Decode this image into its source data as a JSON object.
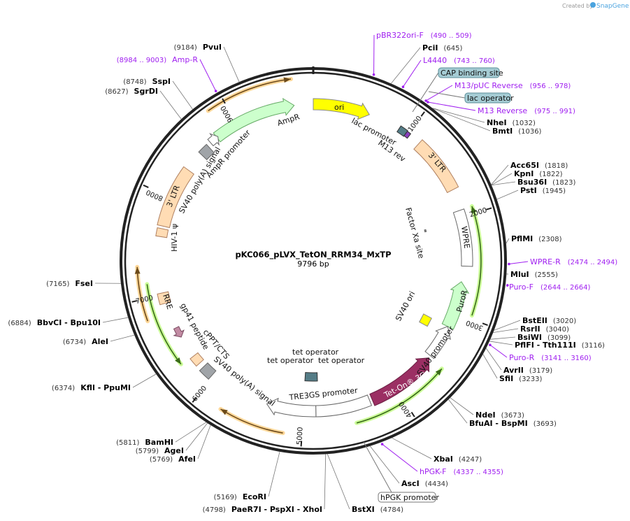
{
  "header": {
    "credit": "Created by",
    "brand": "SnapGene"
  },
  "map": {
    "name": "pKC066_pLVX_TetON_RRM34_MxTP",
    "length": "9796 bp",
    "total_bp": 9796,
    "ticks": [
      "1000",
      "2000",
      "3000",
      "4000",
      "5000",
      "6000",
      "7000",
      "8000",
      "9000"
    ]
  },
  "enzymes": [
    {
      "name": "PciI",
      "pos": "(645)"
    },
    {
      "name": "NheI",
      "pos": "(1032)"
    },
    {
      "name": "BmtI",
      "pos": "(1036)"
    },
    {
      "name": "Acc65I",
      "pos": "(1818)"
    },
    {
      "name": "KpnI",
      "pos": "(1822)"
    },
    {
      "name": "Bsu36I",
      "pos": "(1823)"
    },
    {
      "name": "PstI",
      "pos": "(1945)"
    },
    {
      "name": "PflMI",
      "pos": "(2308)"
    },
    {
      "name": "MluI",
      "pos": "(2555)"
    },
    {
      "name": "BstEII",
      "pos": "(3020)"
    },
    {
      "name": "RsrII",
      "pos": "(3040)"
    },
    {
      "name": "BsiWI",
      "pos": "(3099)"
    },
    {
      "name": "PflFI - Tth111I",
      "pos": "(3116)"
    },
    {
      "name": "AvrII",
      "pos": "(3179)"
    },
    {
      "name": "SfiI",
      "pos": "(3233)"
    },
    {
      "name": "NdeI",
      "pos": "(3673)"
    },
    {
      "name": "BfuAI - BspMI",
      "pos": "(3693)"
    },
    {
      "name": "XbaI",
      "pos": "(4247)"
    },
    {
      "name": "AscI",
      "pos": "(4434)"
    },
    {
      "name": "BstXI",
      "pos": "(4784)"
    },
    {
      "name": "PaeR7I - PspXI - XhoI",
      "pos": "(4798)"
    },
    {
      "name": "EcoRI",
      "pos": "(5169)"
    },
    {
      "name": "AfeI",
      "pos": "(5769)"
    },
    {
      "name": "AgeI",
      "pos": "(5799)"
    },
    {
      "name": "BamHI",
      "pos": "(5811)"
    },
    {
      "name": "KflI - PpuMI",
      "pos": "(6374)"
    },
    {
      "name": "AleI",
      "pos": "(6734)"
    },
    {
      "name": "BbvCI - Bpu10I",
      "pos": "(6884)"
    },
    {
      "name": "FseI",
      "pos": "(7165)"
    },
    {
      "name": "SgrDI",
      "pos": "(8627)"
    },
    {
      "name": "SspI",
      "pos": "(8748)"
    },
    {
      "name": "PvuI",
      "pos": "(9184)"
    }
  ],
  "primers": [
    {
      "name": "pBR322ori-F",
      "range": "(490 .. 509)"
    },
    {
      "name": "L4440",
      "range": "(743 .. 760)"
    },
    {
      "name": "M13/pUC Reverse",
      "range": "(956 .. 978)"
    },
    {
      "name": "M13 Reverse",
      "range": "(975 .. 991)"
    },
    {
      "name": "WPRE-R",
      "range": "(2474 .. 2494)"
    },
    {
      "name": "Puro-F",
      "range": "(2644 .. 2664)"
    },
    {
      "name": "Puro-R",
      "range": "(3141 .. 3160)"
    },
    {
      "name": "hPGK-F",
      "range": "(4337 .. 4355)"
    },
    {
      "name": "Amp-R",
      "range": "(8984 .. 9003)"
    }
  ],
  "boxed_features": [
    "CAP binding site",
    "lac operator",
    "hPGK promoter"
  ],
  "features": {
    "ori": "ori",
    "lac_promoter": "lac promoter",
    "m13_rev": "M13 rev",
    "ltr3_right": "3' LTR",
    "factor_xa": "Factor Xa site",
    "wpre": "WPRE",
    "puror": "PuroR",
    "sv40_ori": "SV40 ori",
    "sv40_promoter": "SV40 promoter",
    "teton": "Tet-On® 3G",
    "tet_op1": "tet operator",
    "tet_op2": "tet operator",
    "tet_op3": "tet operator",
    "tre3gs": "TRE3GS promoter",
    "sv40_polya_bottom": "SV40 poly(A) signal",
    "cppt": "cPPT/CTS",
    "gp41": "gp41 peptide",
    "rre": "RRE",
    "hiv_psi": "HIV-1 ψ",
    "ltr3_left": "3' LTR",
    "sv40_polya_top": "SV40 poly(A) signal",
    "ampr_promoter": "AmpR promoter",
    "ampr": "AmpR"
  },
  "colors": {
    "brand": "#4aa3df",
    "primer": "#a020f0",
    "ori": "#ffff00",
    "ampr": "#ccffcc",
    "ltr": "#ffdcb4",
    "teton": "#9b2f63",
    "box": "#a5ccd4"
  }
}
